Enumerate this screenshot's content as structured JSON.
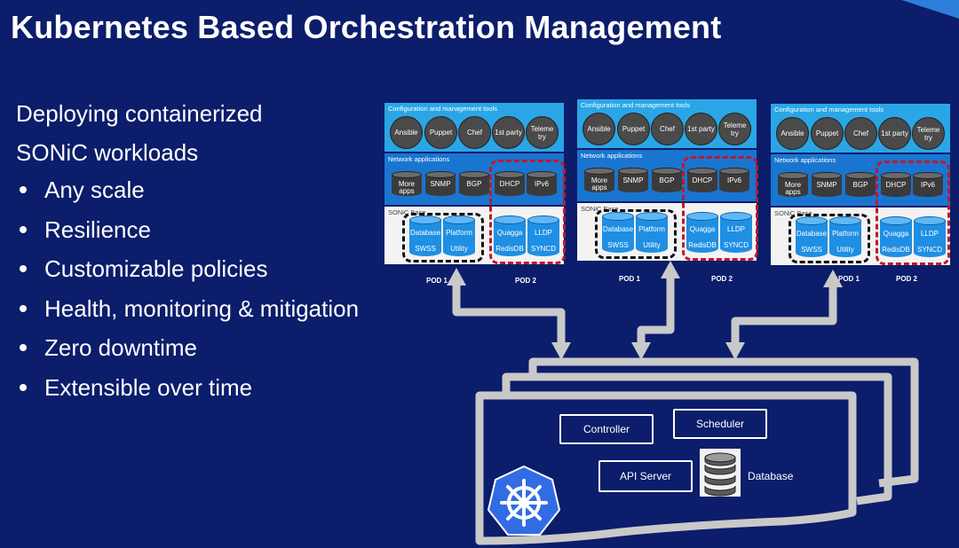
{
  "title": "Kubernetes Based Orchestration Management",
  "intro": "Deploying containerized SONiC workloads",
  "bullets": [
    "Any scale",
    "Resilience",
    "Customizable policies",
    "Health, monitoring & mitigation",
    "Zero downtime",
    "Extensible over time"
  ],
  "stack": {
    "config_label": "Configuration and management tools",
    "network_label": "Network applications",
    "base_label": "SONiC Base",
    "tools": [
      "Ansible",
      "Puppet",
      "Chef",
      "1st party",
      "Teleme try"
    ],
    "apps": [
      "More apps",
      "SNMP",
      "BGP",
      "DHCP",
      "IPv6"
    ],
    "pod1_left": {
      "top": "Database",
      "bottom": "SWSS"
    },
    "pod1_right": {
      "top": "Platform",
      "bottom": "Utility"
    },
    "pod2_left": {
      "top": "Quagga",
      "bottom": "RedisDB"
    },
    "pod2_right": {
      "top": "LLDP",
      "bottom": "SYNCD"
    },
    "pod1": "POD 1",
    "pod2": "POD 2"
  },
  "cluster": {
    "controller": "Controller",
    "scheduler": "Scheduler",
    "api_server": "API Server",
    "database": "Database"
  },
  "colors": {
    "background": "#0b1d6b",
    "config": "#2aa6e6",
    "network": "#1a75d0",
    "highlight": "#c0182b"
  }
}
